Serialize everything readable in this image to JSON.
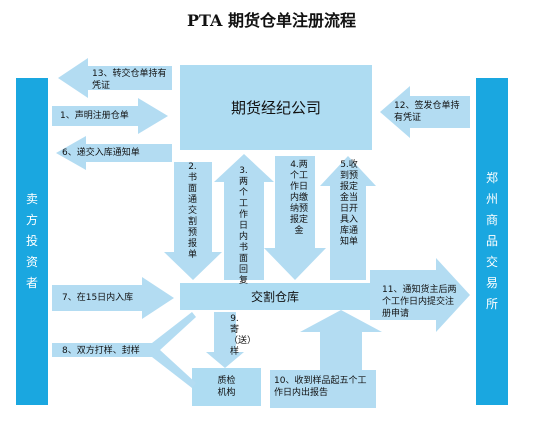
{
  "title": "PTA 期货仓单注册流程",
  "nodes": {
    "seller": "卖方投资者",
    "exchange": "郑州商品交易所",
    "broker": "期货经纪公司",
    "warehouse": "交割仓库",
    "inspection": "质检\n机构"
  },
  "steps": {
    "s1": "1、声明注册仓单",
    "s2": "2.书面通交割预报单",
    "s3": "3.两个工作日内书面回复",
    "s4": "4.两个工作日内缴纳预报定金",
    "s5": "5.收到预报定金当日开具入库通知单",
    "s6": "6、递交入库通知单",
    "s7": "7、在15日内入库",
    "s8": "8、双方打样、封样",
    "s9": "9.寄（送）样",
    "s10": "10、收到样品起五个工作日内出报告",
    "s11": "11、通知货主后两个工作日内提交注册申请",
    "s12": "12、签发仓单持有凭证",
    "s13": "13、转交仓单持有凭证"
  },
  "colors": {
    "bar": "#1aa7e0",
    "box": "#aedcf2",
    "arrow": "#b3dcf2"
  }
}
